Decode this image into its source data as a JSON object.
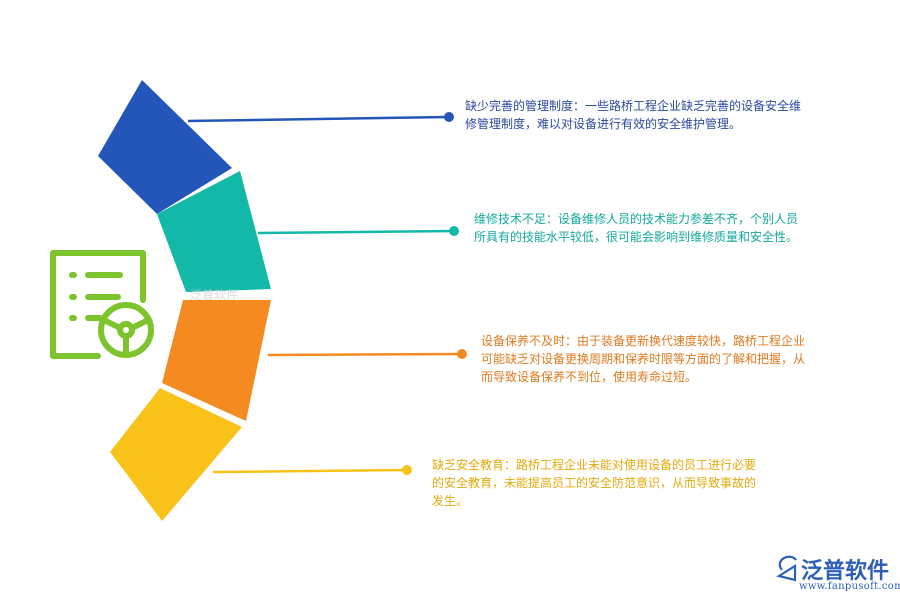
{
  "items": [
    {
      "text": "缺少完善的管理制度：一些路桥工程企业缺乏完善的设备安全维修管理制度，难以对设备进行有效的安全维护管理。",
      "color": "#2356b8"
    },
    {
      "text": "维修技术不足：设备维修人员的技术能力参差不齐，个别人员所具有的技能水平较低，很可能会影响到维修质量和安全性。",
      "color": "#12b8a8"
    },
    {
      "text": "设备保养不及时：由于装备更新换代速度较快，路桥工程企业可能缺乏对设备更换周期和保养时限等方面的了解和把握，从而导致设备保养不到位，使用寿命过短。",
      "color": "#f58a20"
    },
    {
      "text": "缺乏安全教育：路桥工程企业未能对使用设备的员工进行必要的安全教育，未能提高员工的安全防范意识，从而导致事故的发生。",
      "color": "#f9c218"
    }
  ],
  "icon": {
    "name": "document-steering-wheel-icon",
    "color": "#7dc42c"
  },
  "watermark": "泛普软件",
  "brand": {
    "name": "泛普软件",
    "url": "www.fanpusoft.com",
    "color": "#2d5fb8"
  }
}
